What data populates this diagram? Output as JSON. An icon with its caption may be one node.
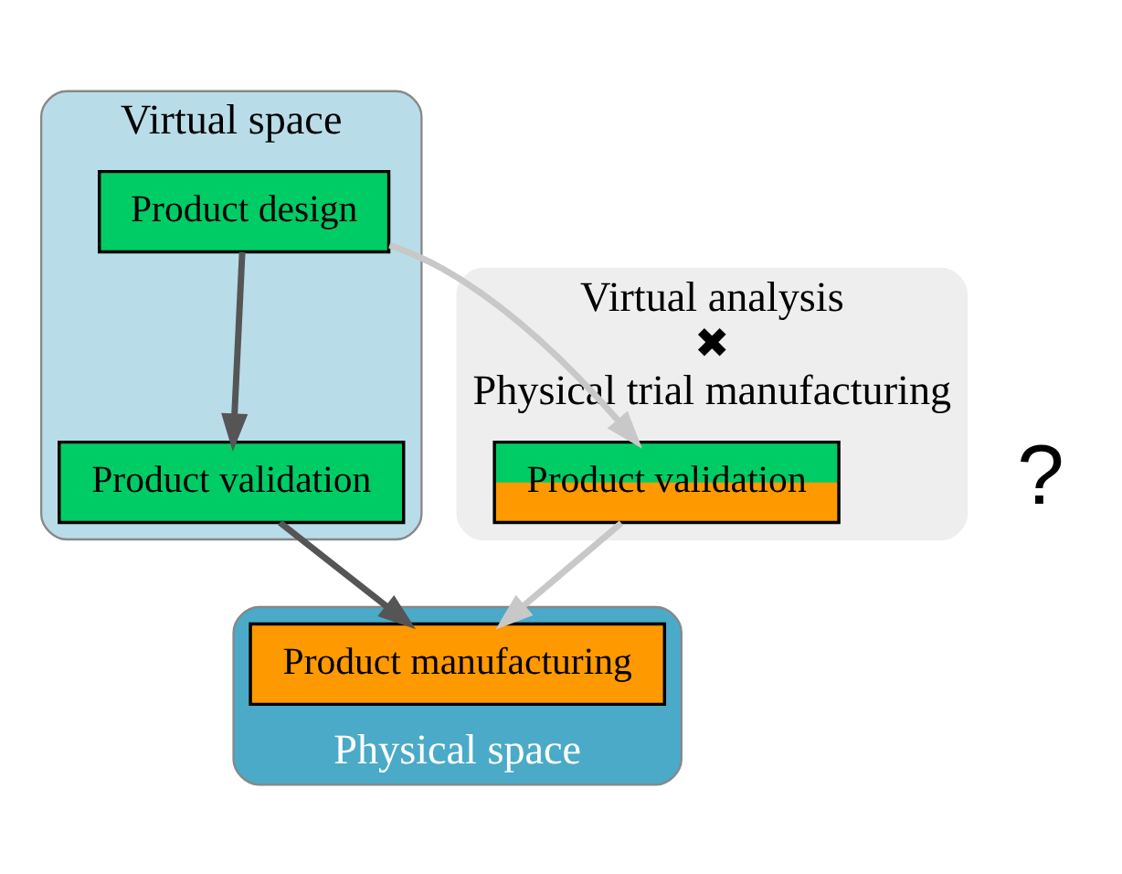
{
  "diagram": {
    "nodes": [
      {
        "text": [
          "Virtual space"
        ]
      },
      {
        "text": [
          "Product design"
        ],
        "in": 0
      },
      {
        "text": [
          "Product validation"
        ],
        "in": 0
      },
      {
        "text": [
          "Physical space"
        ]
      },
      {
        "text": [
          "Product manufacturing"
        ],
        "in": 3
      },
      {
        "text": [
          "Virtual analysis",
          "✖",
          "Physical trial manufacturing"
        ]
      },
      {
        "text": [
          "Product validation"
        ],
        "in": 5
      }
    ],
    "edges": [
      {
        "from": 1,
        "to": 2,
        "arrow": "to"
      },
      {
        "from": 1,
        "to": 6,
        "arrow": "to",
        "color": "#c8c8c8"
      },
      {
        "from": 2,
        "to": 4,
        "arrow": "to"
      },
      {
        "from": 6,
        "to": 4,
        "arrow": "to",
        "color": "#c8c8c8"
      }
    ],
    "labels": [
      "?"
    ]
  }
}
